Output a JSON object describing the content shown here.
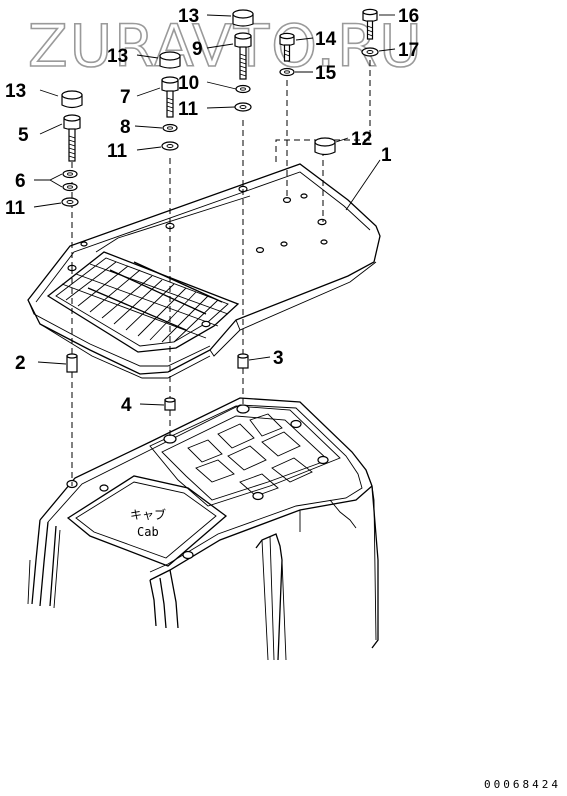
{
  "watermark": "ZURAVTO.RU",
  "drawing_number": "00068424",
  "cab_label": {
    "japanese": "キャブ",
    "english": "Cab"
  },
  "callouts": [
    {
      "id": "c1",
      "label": "1"
    },
    {
      "id": "c2",
      "label": "2"
    },
    {
      "id": "c3",
      "label": "3"
    },
    {
      "id": "c4",
      "label": "4"
    },
    {
      "id": "c5",
      "label": "5"
    },
    {
      "id": "c6",
      "label": "6"
    },
    {
      "id": "c7",
      "label": "7"
    },
    {
      "id": "c8",
      "label": "8"
    },
    {
      "id": "c9",
      "label": "9"
    },
    {
      "id": "c10",
      "label": "10"
    },
    {
      "id": "c11a",
      "label": "11"
    },
    {
      "id": "c11b",
      "label": "11"
    },
    {
      "id": "c11c",
      "label": "11"
    },
    {
      "id": "c12",
      "label": "12"
    },
    {
      "id": "c13a",
      "label": "13"
    },
    {
      "id": "c13b",
      "label": "13"
    },
    {
      "id": "c13c",
      "label": "13"
    },
    {
      "id": "c14",
      "label": "14"
    },
    {
      "id": "c15",
      "label": "15"
    },
    {
      "id": "c16",
      "label": "16"
    },
    {
      "id": "c17",
      "label": "17"
    }
  ]
}
